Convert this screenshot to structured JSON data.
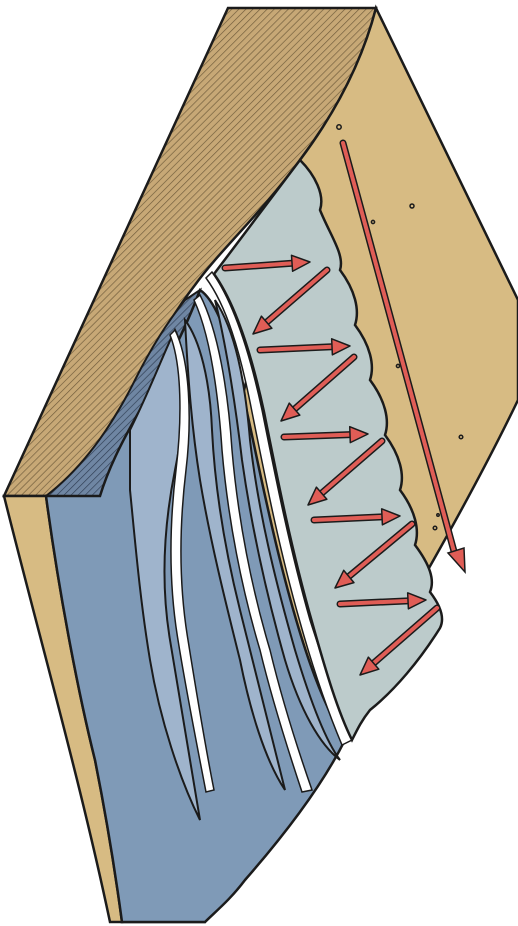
{
  "diagram": {
    "colors": {
      "sand": "#d7bb83",
      "sand_hatch": "#a9895a",
      "sea_deep": "#7f9ab7",
      "sea_mid": "#9fb4cc",
      "sea_light": "#bccbcb",
      "foam": "#ffffff",
      "arrow": "#e05d56",
      "outline": "#1b1b1b"
    },
    "icons": [
      "swash-arrow",
      "backwash-arrow",
      "longshore-drift-arrow"
    ]
  }
}
